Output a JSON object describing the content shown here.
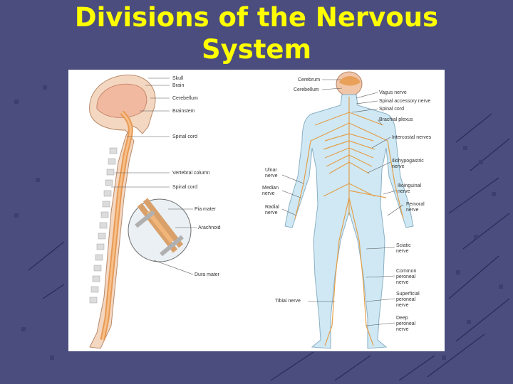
{
  "slide": {
    "title_line1": "Divisions of the Nervous",
    "title_line2": "System",
    "title_color": "#ffff00",
    "background_color": "#4a4d7e"
  },
  "figure": {
    "left_labels": {
      "skull": "Skull",
      "brain": "Brain",
      "cerebellum": "Cerebellum",
      "brainstem": "Brainstem",
      "spinal_cord": "Spinal cord",
      "vertebral_column": "Vertebral column",
      "spinal_cord_2": "Spinal cord",
      "pia_mater": "Pia mater",
      "arachnoid": "Arachnoid",
      "dura_mater": "Dura mater"
    },
    "right_labels": {
      "cerebrum": "Cerebrum",
      "cerebellum": "Cerebellum",
      "vagus_nerve": "Vagus nerve",
      "spinal_accessory_nerve": "Spinal accessory nerve",
      "spinal_cord": "Spinal cord",
      "brachial_plexus": "Brachial plexus",
      "intercostal_nerves": "Intercostal nerves",
      "iliohypogastric_1": "Iliohypogastric",
      "iliohypogastric_2": "nerve",
      "ulnar_1": "Ulnar",
      "ulnar_2": "nerve",
      "median_1": "Median",
      "median_2": "nerve",
      "radial_1": "Radial",
      "radial_2": "nerve",
      "ilioinguinal_1": "Ilioinguinal",
      "ilioinguinal_2": "nerve",
      "femoral_1": "Femoral",
      "femoral_2": "nerve",
      "sciatic_1": "Sciatic",
      "sciatic_2": "nerve",
      "common_peroneal_1": "Common",
      "common_peroneal_2": "peroneal",
      "common_peroneal_3": "nerve",
      "tibial_nerve": "Tibial nerve",
      "superficial_peroneal_1": "Superficial",
      "superficial_peroneal_2": "peroneal",
      "superficial_peroneal_3": "nerve",
      "deep_peroneal_1": "Deep",
      "deep_peroneal_2": "peroneal",
      "deep_peroneal_3": "nerve"
    }
  }
}
